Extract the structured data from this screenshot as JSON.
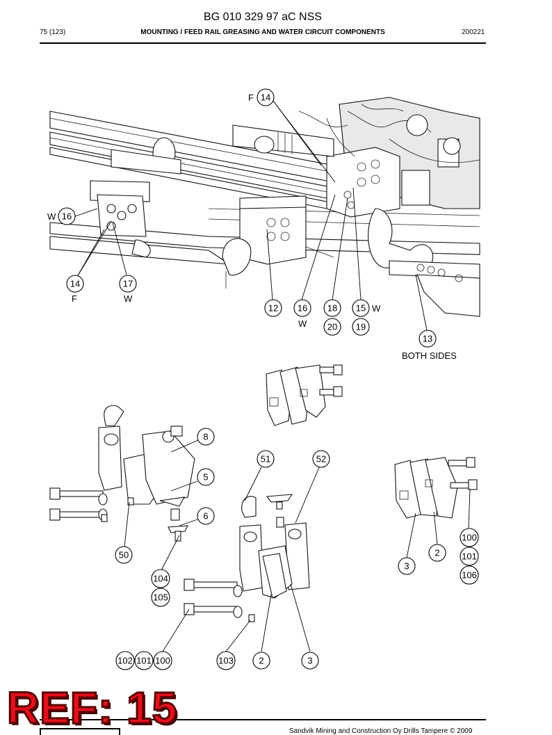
{
  "header": {
    "doc_id": "BG 010 329 97 aC NSS",
    "page": "75 (123)",
    "section_title": "MOUNTING / FEED RAIL GREASING AND WATER CIRCUIT COMPONENTS",
    "date": "200221"
  },
  "callouts": {
    "c14_top": "14",
    "c16_w": "16",
    "c14_left": "14",
    "c17": "17",
    "c12": "12",
    "c16_mid": "16",
    "c18": "18",
    "c20": "20",
    "c15": "15",
    "c19": "19",
    "c13": "13",
    "c8": "8",
    "c51": "51",
    "c52": "52",
    "c5": "5",
    "c6": "6",
    "c50": "50",
    "c104": "104",
    "c105": "105",
    "c102": "102",
    "c101a": "101",
    "c100a": "100",
    "c103": "103",
    "c2a": "2",
    "c3a": "3",
    "c100b": "100",
    "c101b": "101",
    "c106": "106",
    "c2b": "2",
    "c3b": "3"
  },
  "labels": {
    "f_top": "F",
    "w_left": "W",
    "f_left": "F",
    "w_17": "W",
    "w_16": "W",
    "w_15": "W",
    "both_sides": "BOTH SIDES"
  },
  "stamp": "REF: 15",
  "footer": {
    "copyright": "Sandvik Mining and Construction Oy Drills Tampere © 2009"
  }
}
